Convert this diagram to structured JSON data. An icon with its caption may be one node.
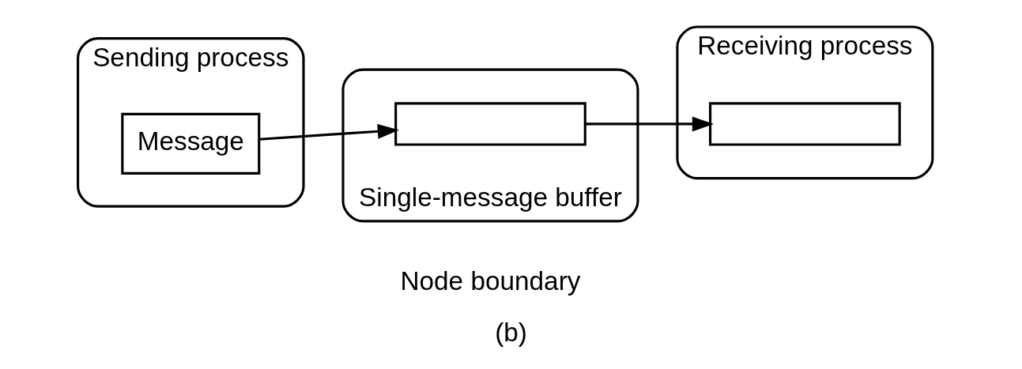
{
  "diagram": {
    "caption": "(b)",
    "nodes": [
      {
        "text": [
          "Sending process"
        ]
      },
      {
        "text": [
          "Message"
        ],
        "in": 0
      },
      {
        "text": [
          "Single-message buffer"
        ]
      },
      {
        "text": [],
        "shape": "box",
        "in": 2
      },
      {
        "text": [
          "Receiving process"
        ]
      },
      {
        "text": [],
        "shape": "box",
        "in": 4
      }
    ],
    "edges": [
      {
        "from": 1,
        "to": 3,
        "arrow": "to"
      },
      {
        "from": 3,
        "to": 5,
        "arrow": "to"
      }
    ],
    "labels": [
      "Node boundary"
    ]
  }
}
